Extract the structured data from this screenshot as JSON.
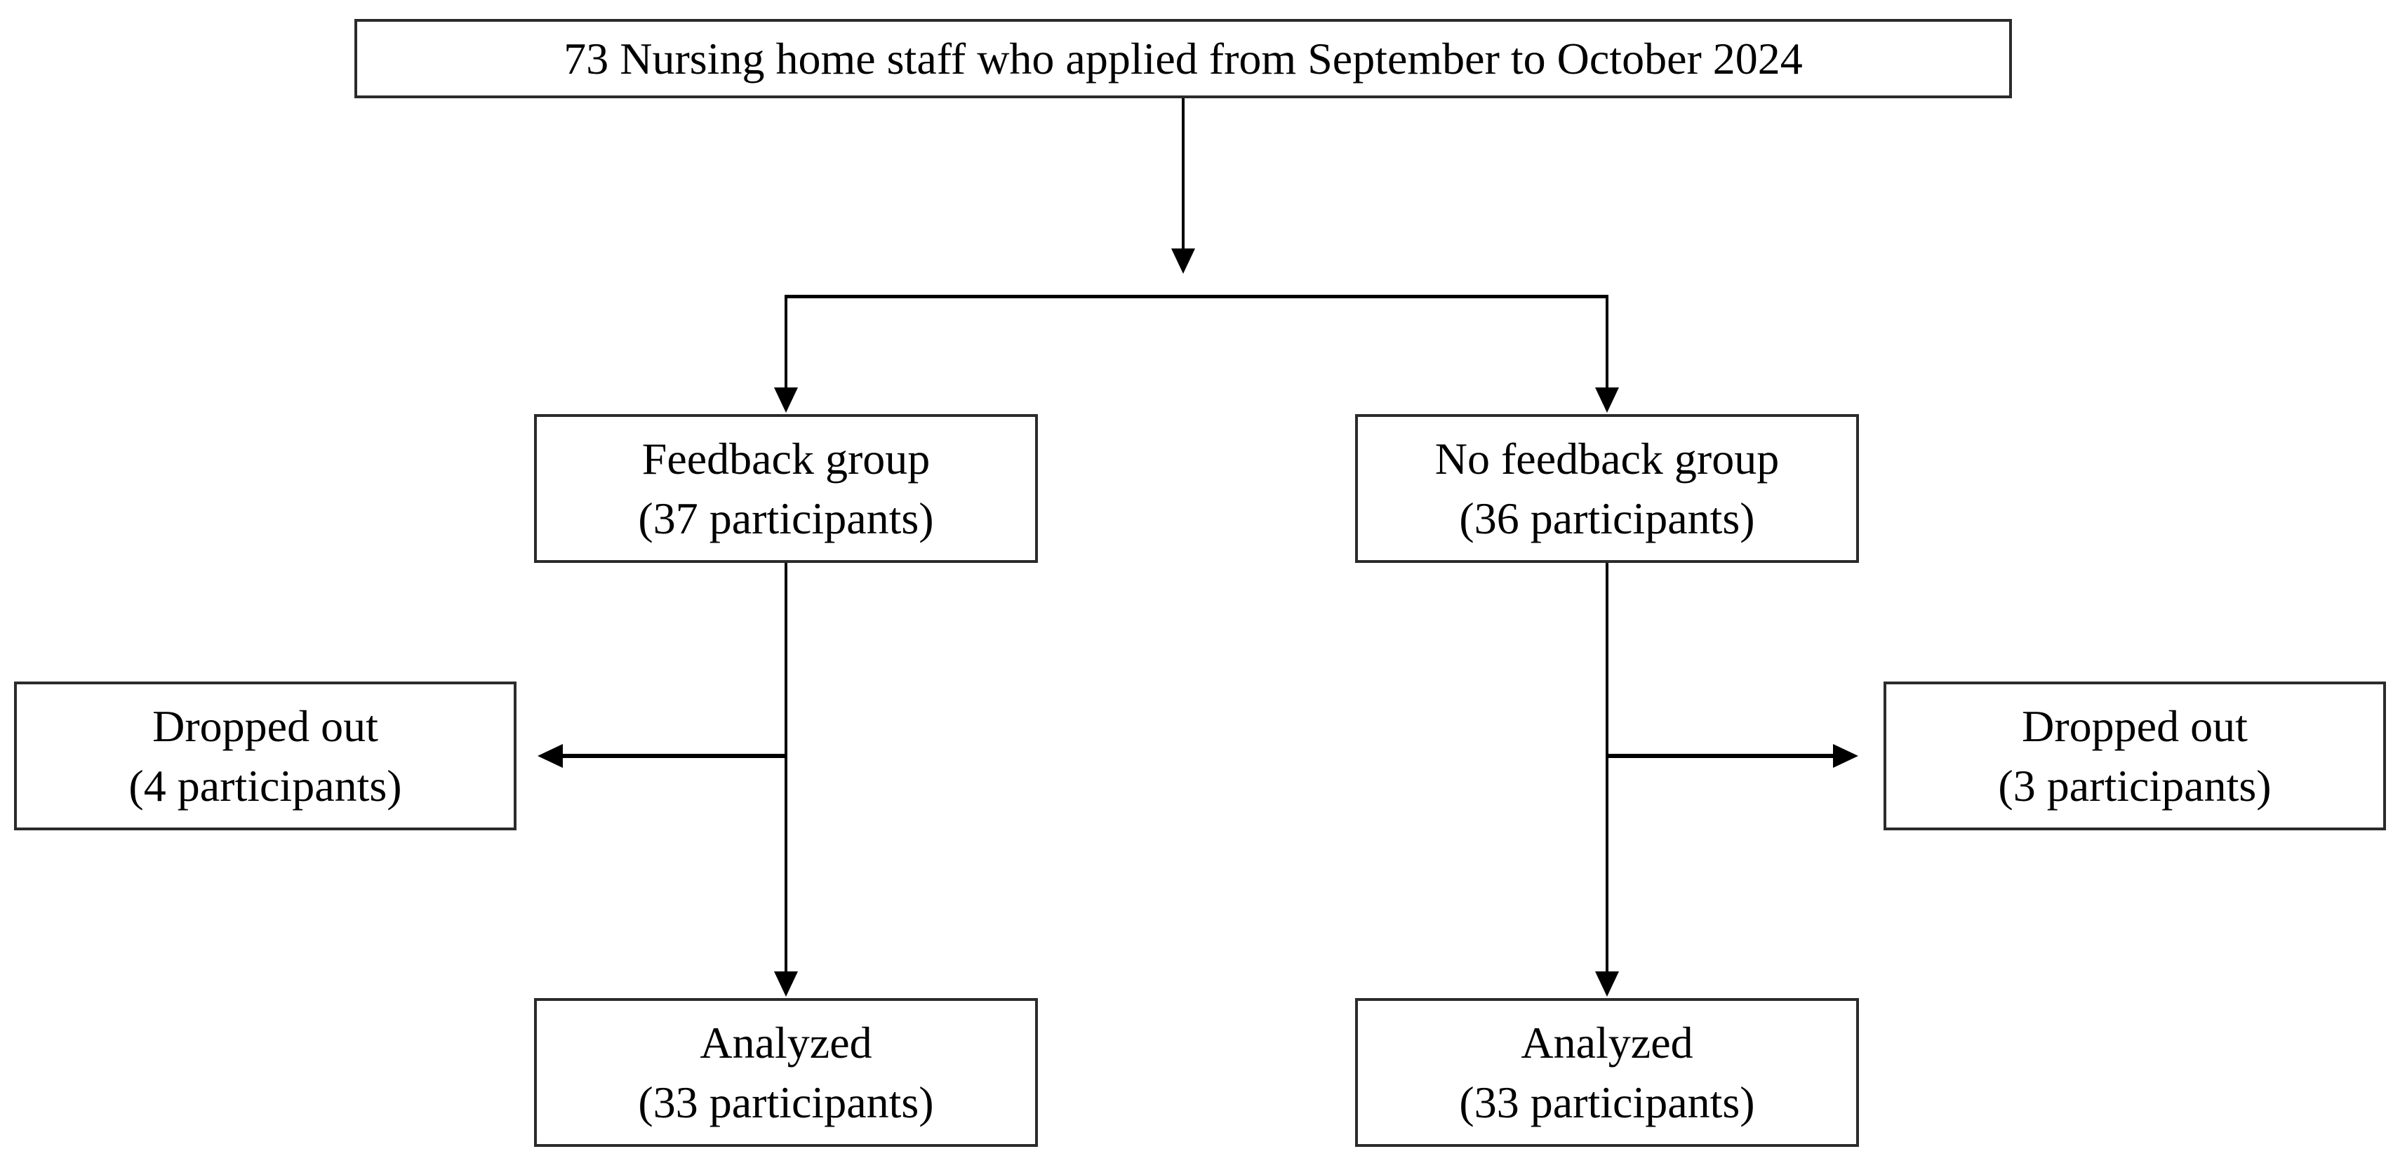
{
  "flowchart": {
    "nodes": {
      "applied": {
        "label": "73 Nursing home staff who applied from September to October 2024"
      },
      "feedback_group": {
        "line1": "Feedback group",
        "line2": "(37 participants)"
      },
      "no_feedback_group": {
        "line1": "No feedback group",
        "line2": "(36 participants)"
      },
      "dropped_out_left": {
        "line1": "Dropped out",
        "line2": "(4 participants)"
      },
      "dropped_out_right": {
        "line1": "Dropped out",
        "line2": "(3 participants)"
      },
      "analyzed_left": {
        "line1": "Analyzed",
        "line2": "(33 participants)"
      },
      "analyzed_right": {
        "line1": "Analyzed",
        "line2": "(33 participants)"
      }
    },
    "edges": [
      {
        "from": "applied",
        "to": "feedback_group",
        "style": "elbow-arrow"
      },
      {
        "from": "applied",
        "to": "no_feedback_group",
        "style": "elbow-arrow"
      },
      {
        "from": "feedback_group",
        "to": "dropped_out_left",
        "style": "arrow"
      },
      {
        "from": "feedback_group",
        "to": "analyzed_left",
        "style": "arrow"
      },
      {
        "from": "no_feedback_group",
        "to": "dropped_out_right",
        "style": "arrow"
      },
      {
        "from": "no_feedback_group",
        "to": "analyzed_right",
        "style": "arrow"
      }
    ],
    "colors": {
      "background": "#ffffff",
      "box_border": "#2b2b2b",
      "line": "#000000",
      "text": "#000000"
    }
  }
}
